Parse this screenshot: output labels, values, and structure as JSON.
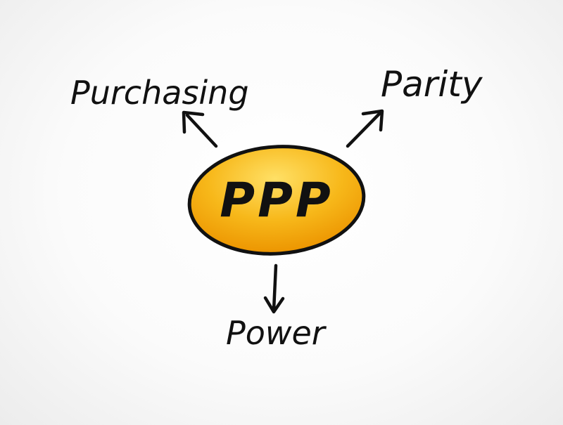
{
  "diagram": {
    "center_label": "PPP",
    "branches": [
      {
        "label": "Purchasing"
      },
      {
        "label": "Parity"
      },
      {
        "label": "Power"
      }
    ]
  },
  "colors": {
    "ellipse_fill": "#f5a30a",
    "ellipse_highlight": "#ffd84a",
    "ellipse_stroke": "#111111",
    "text": "#111111",
    "arrow": "#111111",
    "background": "#ffffff"
  }
}
